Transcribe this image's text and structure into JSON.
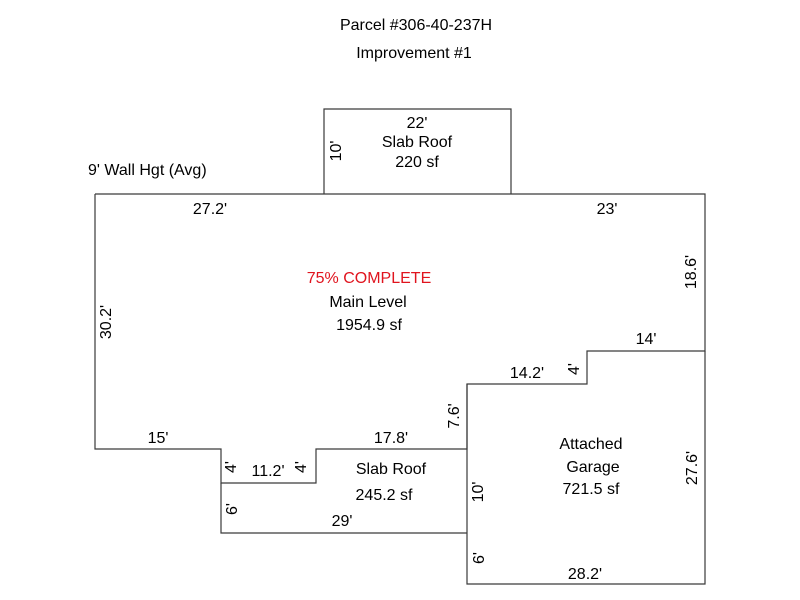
{
  "header": {
    "parcel": "Parcel #306-40-237H",
    "improvement": "Improvement #1"
  },
  "wall_height_note": "9' Wall Hgt (Avg)",
  "colors": {
    "status": "#e0141e",
    "lines": "#3a3a3a",
    "text": "#000000"
  },
  "areas": {
    "upper_slab_roof": {
      "name": "Slab Roof",
      "area": "220 sf"
    },
    "main_level": {
      "status": "75% COMPLETE",
      "name": "Main Level",
      "area": "1954.9 sf"
    },
    "lower_slab_roof": {
      "name": "Slab Roof",
      "area": "245.2 sf"
    },
    "garage": {
      "name_line1": "Attached",
      "name_line2": "Garage",
      "area": "721.5 sf"
    }
  },
  "dimensions": {
    "upper_slab_top": "22'",
    "upper_slab_side": "10'",
    "main_top_left": "27.2'",
    "main_top_right": "23'",
    "main_right_upper": "18.6'",
    "step_top": "14'",
    "step_side": "4'",
    "garage_top": "14.2'",
    "garage_left_upper": "7.6'",
    "main_left": "30.2'",
    "main_bottom_left": "15'",
    "notch_left": "4'",
    "notch_bottom": "11.2'",
    "notch_right": "4'",
    "main_bottom_right": "17.8'",
    "lower_slab_left": "6'",
    "lower_slab_bottom": "29'",
    "lower_slab_right": "10'",
    "garage_left_lower": "6'",
    "garage_right": "27.6'",
    "garage_bottom": "28.2'"
  }
}
